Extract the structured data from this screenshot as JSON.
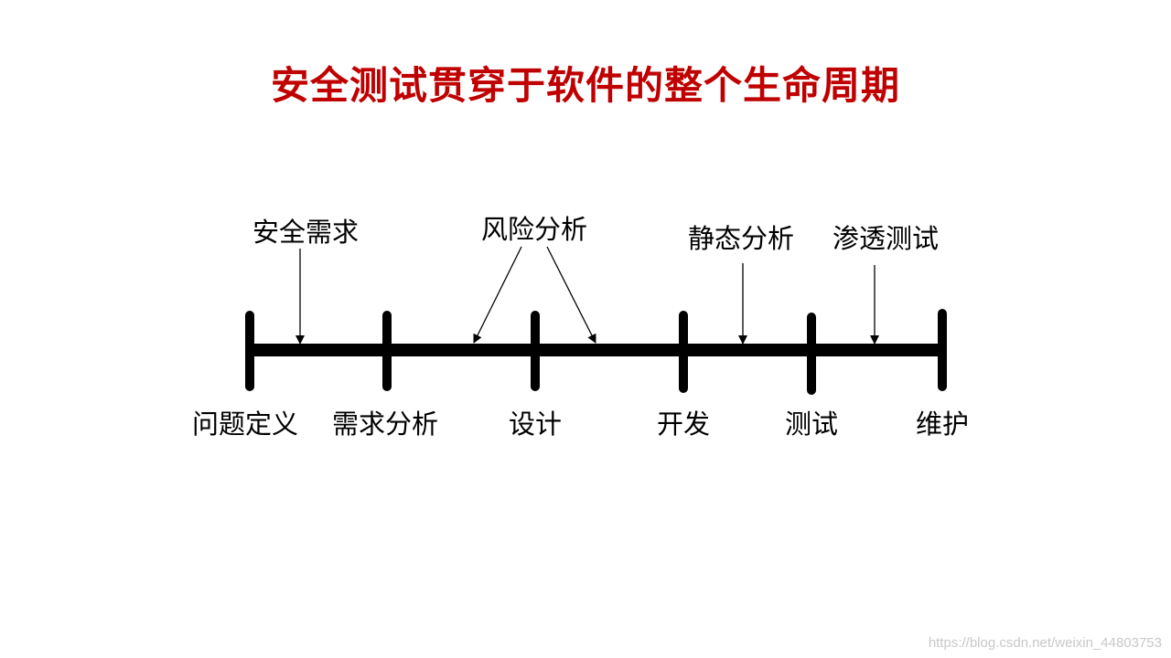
{
  "title": "安全测试贯穿于软件的整个生命周期",
  "colors": {
    "title": "#c00000",
    "line": "#000000",
    "watermark": "#c8c8c8"
  },
  "phases": [
    "问题定义",
    "需求分析",
    "设计",
    "开发",
    "测试",
    "维护"
  ],
  "activities": [
    "安全需求",
    "风险分析",
    "静态分析",
    "渗透测试"
  ],
  "watermark": "https://blog.csdn.net/weixin_44803753"
}
